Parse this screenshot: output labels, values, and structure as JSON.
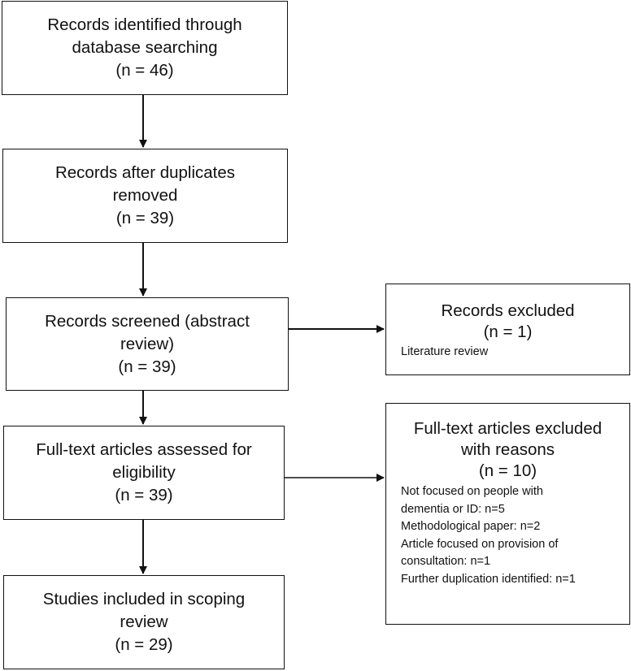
{
  "flow": {
    "identified": {
      "line1": "Records identified through",
      "line2": "database searching",
      "count": "(n = 46)"
    },
    "deduplicated": {
      "line1": "Records after duplicates",
      "line2": "removed",
      "count": "(n = 39)"
    },
    "screened": {
      "line1": "Records screened (abstract",
      "line2": "review)",
      "count": "(n = 39)"
    },
    "assessed": {
      "line1": "Full-text articles assessed for",
      "line2": "eligibility",
      "count": "(n = 39)"
    },
    "included": {
      "line1": "Studies included in scoping",
      "line2": "review",
      "count": "(n = 29)"
    }
  },
  "excluded_records": {
    "title": "Records excluded",
    "count": "(n = 1)",
    "reasons": [
      "Literature review"
    ]
  },
  "excluded_fulltext": {
    "title_line1": "Full-text articles excluded",
    "title_line2": "with reasons",
    "count": "(n = 10)",
    "reasons": [
      "Not focused on people with",
      "dementia or ID: n=5",
      "Methodological paper: n=2",
      "Article focused on provision of",
      "consultation: n=1",
      "Further duplication identified: n=1"
    ]
  }
}
